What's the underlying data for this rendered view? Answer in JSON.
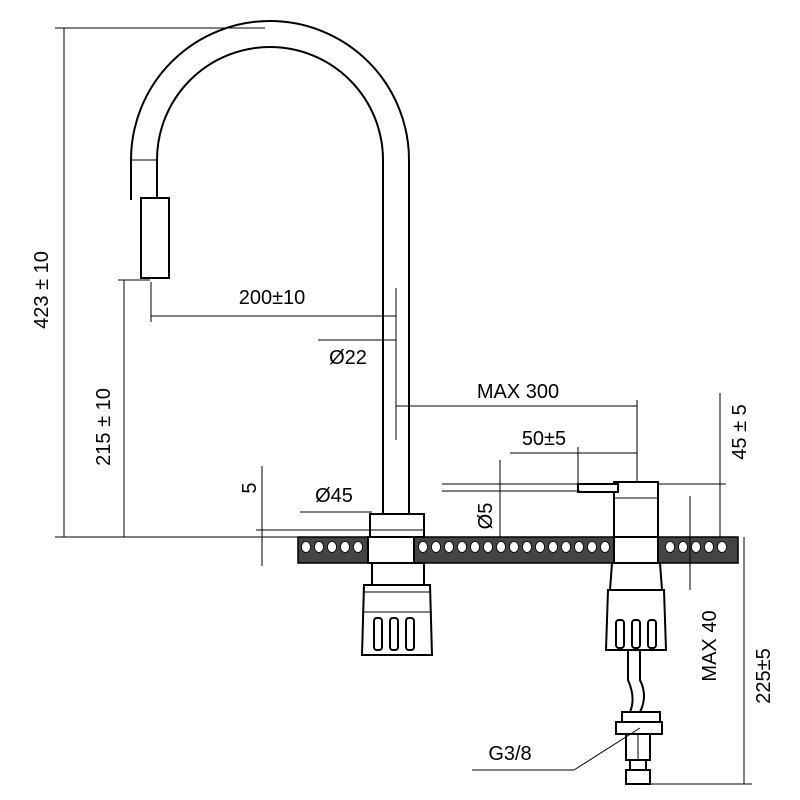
{
  "dimensions": {
    "total_height": "423 ± 10",
    "spout_height": "215 ± 10",
    "reach": "200±10",
    "spout_diameter": "Ø22",
    "max_distance": "MAX 300",
    "lever_length": "50±5",
    "lever_height": "45 ± 5",
    "base_height": "5",
    "base_diameter": "Ø45",
    "lever_diameter": "Ø5",
    "max_deck_thickness": "MAX 40",
    "hose_length": "225±5",
    "connection_thread": "G3/8"
  }
}
